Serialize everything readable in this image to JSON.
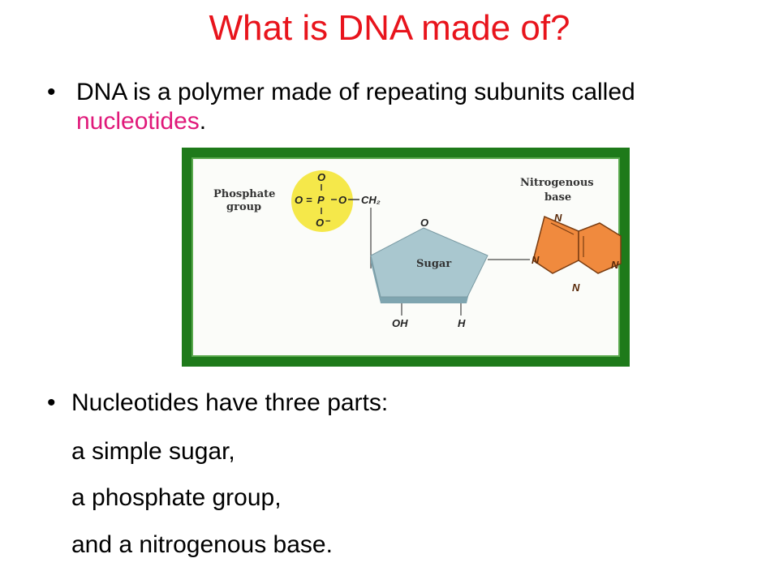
{
  "slide": {
    "title": "What is DNA made of?",
    "bullet_1": {
      "text": "DNA is a polymer made of repeating subunits called ",
      "highlight": "nucleotides",
      "end": "."
    },
    "bullet_2": "Nucleotides have three parts:",
    "parts": [
      "a simple sugar,",
      "a phosphate group,",
      "and a nitrogenous base."
    ]
  },
  "diagram": {
    "labels": {
      "phosphate": "Phosphate group",
      "phosphate_line1": "Phosphate",
      "phosphate_line2": "group",
      "base_line1": "Nitrogenous",
      "base_line2": "base",
      "sugar": "Sugar"
    },
    "atoms": {
      "o_top": "O",
      "o_eq": "O",
      "equals": "=",
      "p": "P",
      "o_right": "O",
      "o_minus": "O⁻",
      "ch2": "CH₂",
      "ring_o": "O",
      "oh": "OH",
      "h": "H",
      "n1": "N",
      "n2": "N",
      "n3": "N",
      "n4": "N"
    },
    "colors": {
      "phosphate": "#f5e84a",
      "sugar": "#a9c7cf",
      "base": "#f08a3e",
      "frame": "#1e7a1a"
    }
  }
}
